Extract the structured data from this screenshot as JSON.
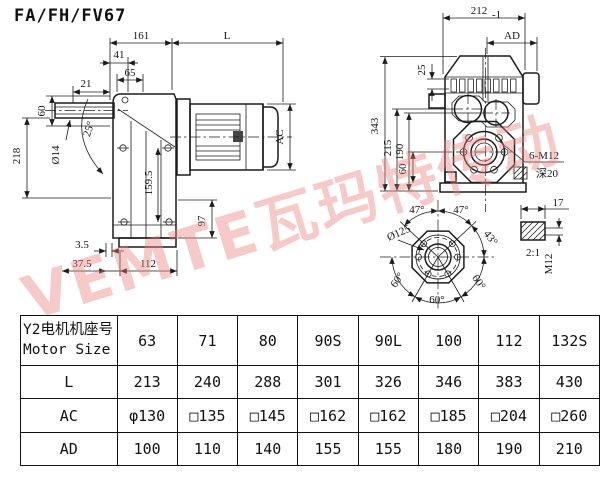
{
  "title": "FA/FH/FV67",
  "watermark": {
    "text": "VEMTE瓦玛特传动"
  },
  "side": {
    "d161": "161",
    "dL": "L",
    "d41": "41",
    "d65": "65",
    "d21": "21",
    "d60": "60",
    "d218": "218",
    "dia14": "Ø14",
    "a25": "25°",
    "d159_5": "159.5",
    "d97": "97",
    "d3_5": "3.5",
    "d37_5": "37.5",
    "d112": "112",
    "dAC": "AC"
  },
  "front": {
    "d212": "212",
    "d212_tol": "-1",
    "dAD": "AD",
    "d25": "25",
    "d343": "343",
    "d215": "215",
    "d190": "190",
    "d60": "60",
    "bolt_note": "6-M12",
    "depth_note": "深20"
  },
  "flange": {
    "dia125": "Ø125",
    "a47L": "47°",
    "a47R": "47°",
    "a43": "43°",
    "a60R": "60°",
    "a60B": "60°",
    "a60L": "60°"
  },
  "detail": {
    "d17": "17",
    "scale": "2:1",
    "thread": "M12"
  },
  "table": {
    "header_line1": "Y2电机机座号",
    "header_line2": "Motor Size",
    "columns": [
      "63",
      "71",
      "80",
      "90S",
      "90L",
      "100",
      "112",
      "132S"
    ],
    "rows": [
      {
        "label": "L",
        "values": [
          "213",
          "240",
          "288",
          "301",
          "326",
          "346",
          "383",
          "430"
        ]
      },
      {
        "label": "AC",
        "values": [
          "φ130",
          "□135",
          "□145",
          "□162",
          "□162",
          "□185",
          "□204",
          "□260"
        ]
      },
      {
        "label": "AD",
        "values": [
          "100",
          "110",
          "140",
          "155",
          "155",
          "180",
          "190",
          "210"
        ]
      }
    ]
  }
}
